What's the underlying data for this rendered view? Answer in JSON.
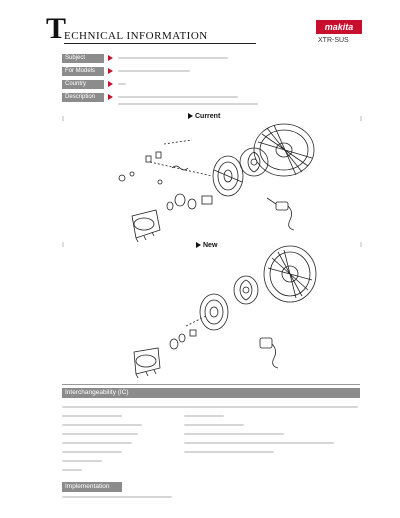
{
  "header": {
    "title_initial": "T",
    "title_rest": "ECHNICAL INFORMATION",
    "logo": "makita",
    "doc_code": "XTR-SUS"
  },
  "fields": {
    "subject_label": "Subject",
    "models_label": "For Models",
    "country_label": "Country",
    "description_label": "Description"
  },
  "diagram": {
    "current_label": "Current",
    "new_label": "New"
  },
  "sections": {
    "interchangeability_label": "Interchangeability (IC)",
    "implementation_label": "Implementation"
  }
}
